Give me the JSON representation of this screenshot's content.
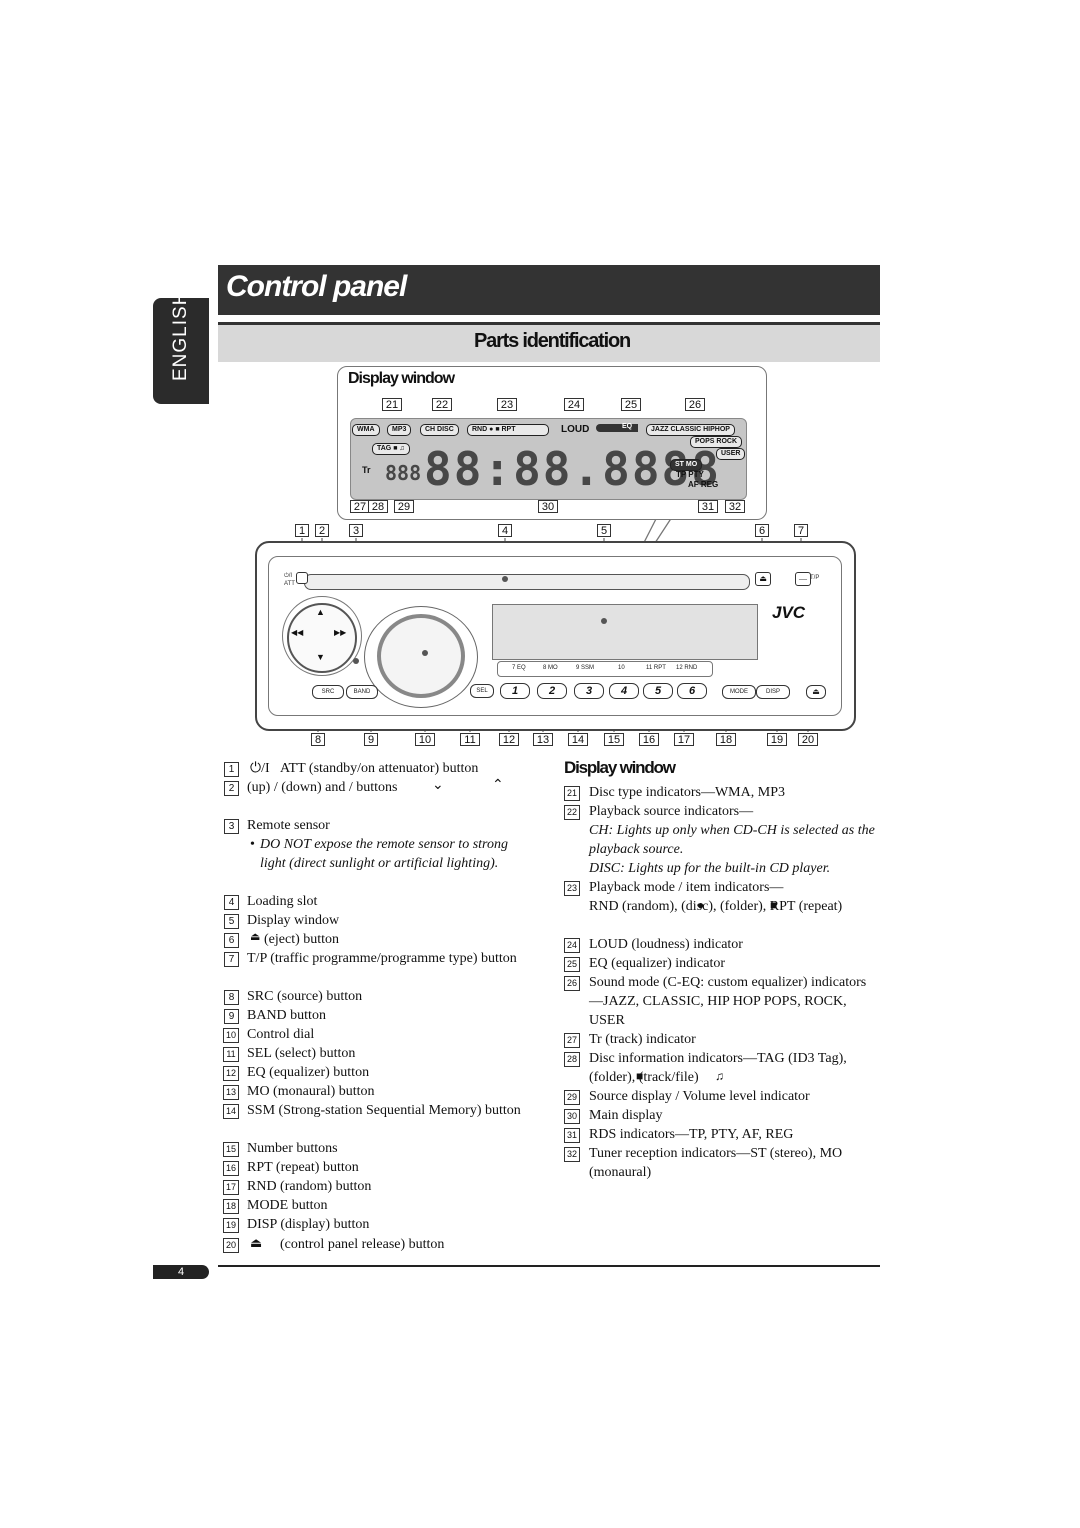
{
  "header": {
    "section_title": "Control panel",
    "subsection_title": "Parts identification",
    "language_tab": "ENGLISH"
  },
  "display_window_box": {
    "label": "Display window",
    "numbers_top": [
      "21",
      "22",
      "23",
      "24",
      "25",
      "26"
    ],
    "numbers_bottom": [
      "27",
      "28",
      "29",
      "30",
      "31",
      "32"
    ],
    "lcd": {
      "wma": "WMA",
      "mp3": "MP3",
      "ch_disc": "CH DISC",
      "rnd": "RND",
      "rpt": "RPT",
      "loud": "LOUD",
      "eq": "EQ",
      "modes": "JAZZ CLASSIC HIPHOP",
      "pops_rock": "POPS ROCK",
      "user": "USER",
      "tag": "TAG",
      "tr": "Tr",
      "stmo": "ST MO",
      "tp_pty": "TP PTY",
      "af_reg": "AF REG",
      "small_digits": "888",
      "main_digits": "88:88.8888"
    }
  },
  "unit": {
    "numbers_top": [
      "1",
      "2",
      "3",
      "4",
      "5",
      "6",
      "7"
    ],
    "numbers_bottom": [
      "8",
      "9",
      "10",
      "11",
      "12",
      "13",
      "14",
      "15",
      "16",
      "17",
      "18",
      "19",
      "20"
    ],
    "brand": "JVC",
    "att_label": "ATT",
    "tp_label": "T/P",
    "src": "SRC",
    "band": "BAND",
    "sel": "SEL",
    "mode": "MODE",
    "disp": "DISP",
    "number_buttons": [
      "1",
      "2",
      "3",
      "4",
      "5",
      "6"
    ],
    "preset_labels": [
      "7 EQ",
      "8 MO",
      "9 SSM",
      "10",
      "11 RPT",
      "12 RND"
    ]
  },
  "left_list": [
    {
      "n": "1",
      "text": "ATT (standby/on attenuator) button"
    },
    {
      "n": "2",
      "text": "(up) /      (down) and                 /          buttons"
    },
    {
      "n": "3",
      "text": "Remote sensor"
    },
    {
      "n": "",
      "text": "DO NOT expose the remote sensor to strong light (direct sunlight or artificial lighting)."
    },
    {
      "n": "4",
      "text": "Loading slot"
    },
    {
      "n": "5",
      "text": "Display window"
    },
    {
      "n": "6",
      "text": "(eject) button"
    },
    {
      "n": "7",
      "text": "T/P (traffic programme/programme type) button"
    },
    {
      "n": "8",
      "text": "SRC (source) button"
    },
    {
      "n": "9",
      "text": "BAND button"
    },
    {
      "n": "10",
      "text": "Control dial"
    },
    {
      "n": "11",
      "text": "SEL (select) button"
    },
    {
      "n": "12",
      "text": "EQ (equalizer) button"
    },
    {
      "n": "13",
      "text": "MO (monaural) button"
    },
    {
      "n": "14",
      "text": "SSM (Strong-station Sequential Memory) button"
    },
    {
      "n": "15",
      "text": "Number buttons"
    },
    {
      "n": "16",
      "text": "RPT (repeat) button"
    },
    {
      "n": "17",
      "text": "RND (random) button"
    },
    {
      "n": "18",
      "text": "MODE button"
    },
    {
      "n": "19",
      "text": "DISP (display) button"
    },
    {
      "n": "20",
      "text": "(control panel release) button"
    }
  ],
  "right_heading": "Display window",
  "right_list": [
    {
      "n": "21",
      "text": "Disc type indicators—WMA, MP3"
    },
    {
      "n": "22",
      "text": "Playback source indicators—"
    },
    {
      "n": "",
      "text": "CH: Lights up only when CD-CH is selected as the playback source."
    },
    {
      "n": "",
      "text": "DISC: Lights up for the built-in CD player."
    },
    {
      "n": "23",
      "text": "Playback mode / item indicators—"
    },
    {
      "n": "",
      "text": "RND (random),      (disc),      (folder), RPT (repeat)"
    },
    {
      "n": "24",
      "text": "LOUD (loudness) indicator"
    },
    {
      "n": "25",
      "text": "EQ (equalizer) indicator"
    },
    {
      "n": "26",
      "text": "Sound mode (C-EQ: custom equalizer) indicators—JAZZ, CLASSIC, HIP HOP POPS, ROCK, USER"
    },
    {
      "n": "27",
      "text": "Tr (track) indicator"
    },
    {
      "n": "28",
      "text": "Disc information indicators—TAG (ID3 Tag),      (folder),      (track/file)"
    },
    {
      "n": "29",
      "text": "Source display / Volume level indicator"
    },
    {
      "n": "30",
      "text": "Main display"
    },
    {
      "n": "31",
      "text": "RDS indicators—TP, PTY, AF, REG"
    },
    {
      "n": "32",
      "text": "Tuner reception indicators—ST (stereo), MO (monaural)"
    }
  ],
  "footer": {
    "page_number": "4"
  }
}
